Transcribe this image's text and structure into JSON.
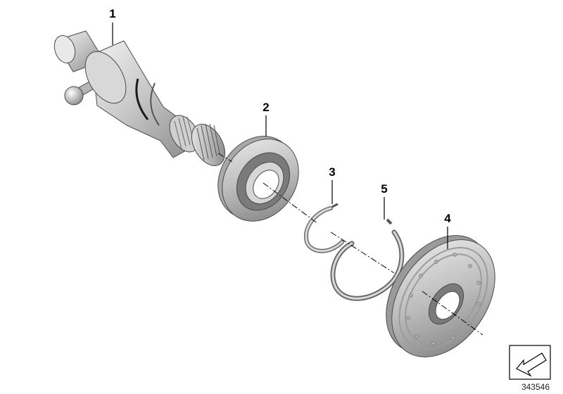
{
  "diagram": {
    "callouts": [
      {
        "id": "1"
      },
      {
        "id": "2"
      },
      {
        "id": "3"
      },
      {
        "id": "5"
      },
      {
        "id": "4"
      }
    ],
    "document_number": "343546",
    "colors": {
      "part_light": "#e6e6e6",
      "part_mid": "#bdbdbd",
      "part_dark": "#7a7a7a",
      "outline": "#4a4a4a",
      "line": "#000000"
    }
  }
}
